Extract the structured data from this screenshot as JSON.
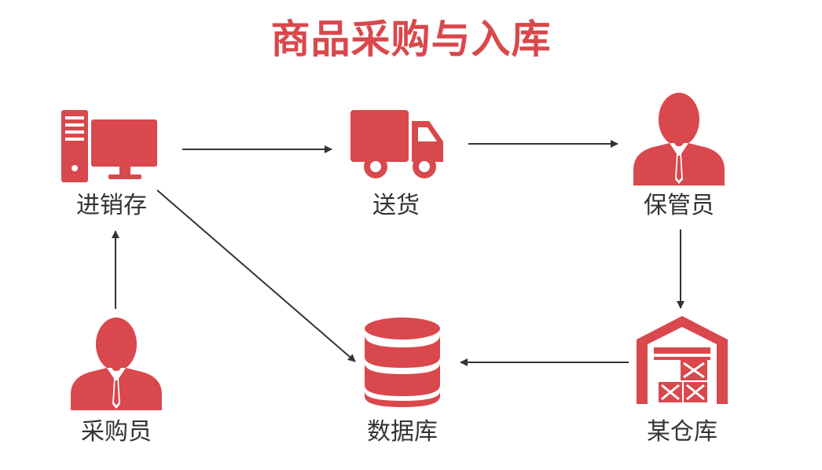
{
  "title": "商品采购与入库",
  "colors": {
    "accent": "#d9484c",
    "arrow": "#333333",
    "text": "#333333"
  },
  "nodes": {
    "erp": {
      "label": "进销存",
      "icon": "computer-icon"
    },
    "delivery": {
      "label": "送货",
      "icon": "truck-icon"
    },
    "keeper": {
      "label": "保管员",
      "icon": "person-icon"
    },
    "buyer": {
      "label": "采购员",
      "icon": "person-icon"
    },
    "database": {
      "label": "数据库",
      "icon": "database-icon"
    },
    "warehouse": {
      "label": "某仓库",
      "icon": "warehouse-icon"
    }
  },
  "edges": [
    {
      "from": "erp",
      "to": "delivery"
    },
    {
      "from": "delivery",
      "to": "keeper"
    },
    {
      "from": "keeper",
      "to": "warehouse"
    },
    {
      "from": "warehouse",
      "to": "database"
    },
    {
      "from": "buyer",
      "to": "erp"
    },
    {
      "from": "erp",
      "to": "database"
    }
  ]
}
